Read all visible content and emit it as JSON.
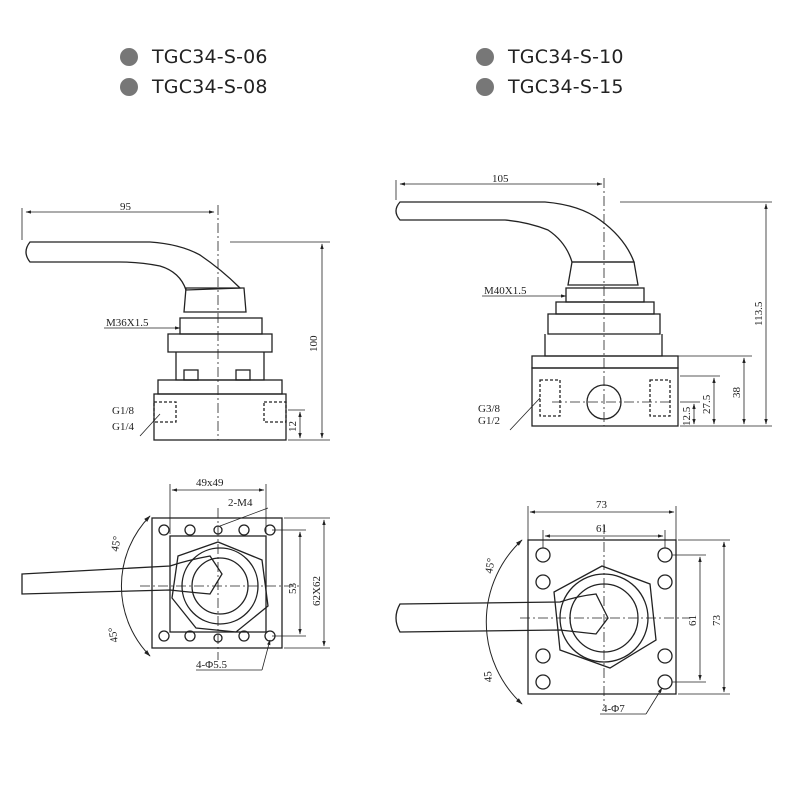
{
  "legend": {
    "items": [
      {
        "label": "TGC34-S-06"
      },
      {
        "label": "TGC34-S-08"
      },
      {
        "label": "TGC34-S-10"
      },
      {
        "label": "TGC34-S-15"
      }
    ],
    "dot_color": "#777777"
  },
  "drawings": {
    "small_side": {
      "handle_length": "95",
      "thread": "M36X1.5",
      "height": "100",
      "port_upper": "G1/8",
      "port_lower": "G1/4",
      "base_height": "12"
    },
    "large_side": {
      "handle_length": "105",
      "thread": "M40X1.5",
      "height": "113.5",
      "port_upper": "G3/8",
      "port_lower": "G1/2",
      "dim_a": "12.5",
      "dim_b": "27.5",
      "dim_c": "38"
    },
    "small_top": {
      "body_size": "49x49",
      "tapped_holes": "2-M4",
      "angle_top": "45°",
      "angle_bottom": "45°",
      "hole_spacing": "53",
      "flange_size": "62X62",
      "mount_holes": "4-Φ5.5"
    },
    "large_top": {
      "overall_width": "73",
      "hole_spacing_h": "61",
      "angle_top": "45°",
      "angle_bottom": "45",
      "hole_spacing_v": "61",
      "overall_height": "73",
      "mount_holes": "4-Φ7"
    }
  }
}
